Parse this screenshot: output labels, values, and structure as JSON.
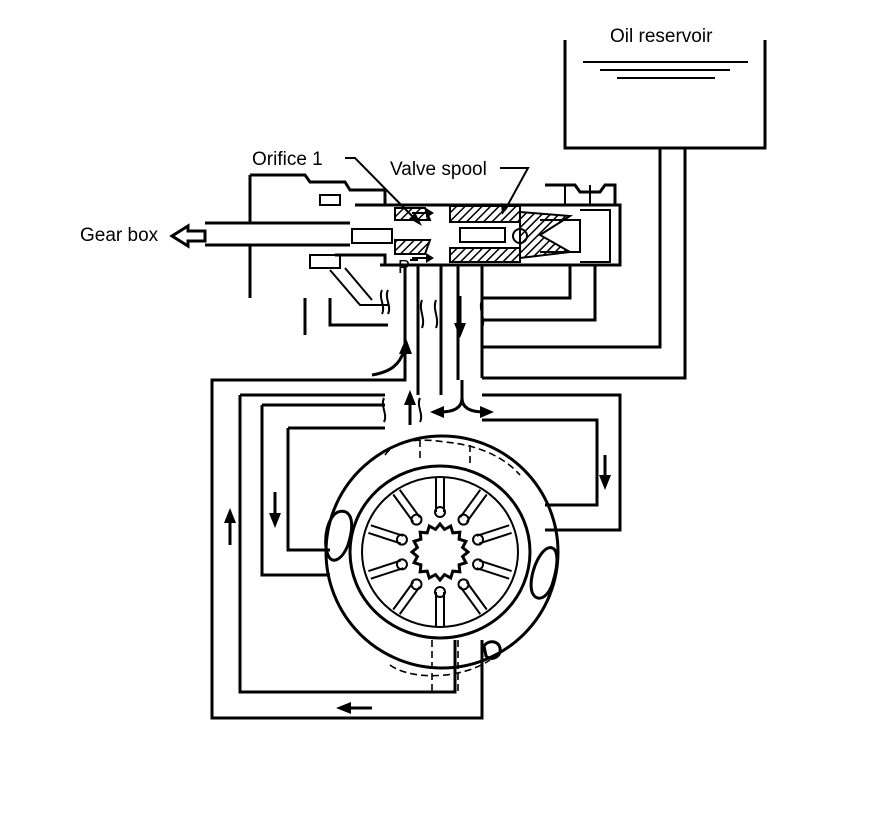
{
  "labels": {
    "oil_reservoir": "Oil reservoir",
    "orifice": "Orifice 1",
    "valve_spool": "Valve spool",
    "gear_box": "Gear box",
    "port_p": "P"
  },
  "colors": {
    "ink": "#000000",
    "paper": "#ffffff"
  },
  "pump": {
    "vane_count": 10,
    "rotor_teeth": 16
  }
}
